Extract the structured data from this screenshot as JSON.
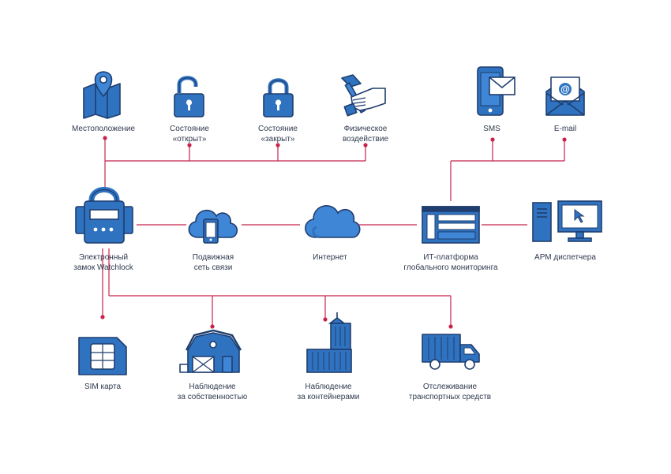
{
  "colors": {
    "primary": "#2f73c0",
    "dark": "#1f3d6e",
    "accent": "#c8234d",
    "text": "#2f3a4f"
  },
  "top_row": [
    {
      "icon": "map-pin-icon",
      "line1": "Местоположение",
      "line2": ""
    },
    {
      "icon": "padlock-open-icon",
      "line1": "Состояние",
      "line2": "«открыт»"
    },
    {
      "icon": "padlock-closed-icon",
      "line1": "Состояние",
      "line2": "«закрыт»"
    },
    {
      "icon": "hammer-hand-icon",
      "line1": "Физическое",
      "line2": "воздействие"
    },
    {
      "icon": "smartphone-message-icon",
      "line1": "SMS",
      "line2": ""
    },
    {
      "icon": "email-envelope-icon",
      "line1": "E-mail",
      "line2": ""
    }
  ],
  "middle_row": [
    {
      "icon": "electronic-lock-icon",
      "line1": "Электронный",
      "line2": "замок Watchlock"
    },
    {
      "icon": "mobile-cloud-icon",
      "line1": "Подвижная",
      "line2": "сеть связи"
    },
    {
      "icon": "cloud-icon",
      "line1": "Интернет",
      "line2": ""
    },
    {
      "icon": "monitoring-window-icon",
      "line1": "ИТ-платформа",
      "line2": "глобального мониторинга"
    },
    {
      "icon": "desktop-computer-icon",
      "line1": "АРМ диспетчера",
      "line2": ""
    }
  ],
  "bottom_row": [
    {
      "icon": "sim-card-icon",
      "line1": "SIM карта",
      "line2": ""
    },
    {
      "icon": "barn-icon",
      "line1": "Наблюдение",
      "line2": "за собственностью"
    },
    {
      "icon": "shipping-container-icon",
      "line1": "Наблюдение",
      "line2": "за контейнерами"
    },
    {
      "icon": "truck-icon",
      "line1": "Отслеживание",
      "line2": "транспортных средств"
    }
  ]
}
